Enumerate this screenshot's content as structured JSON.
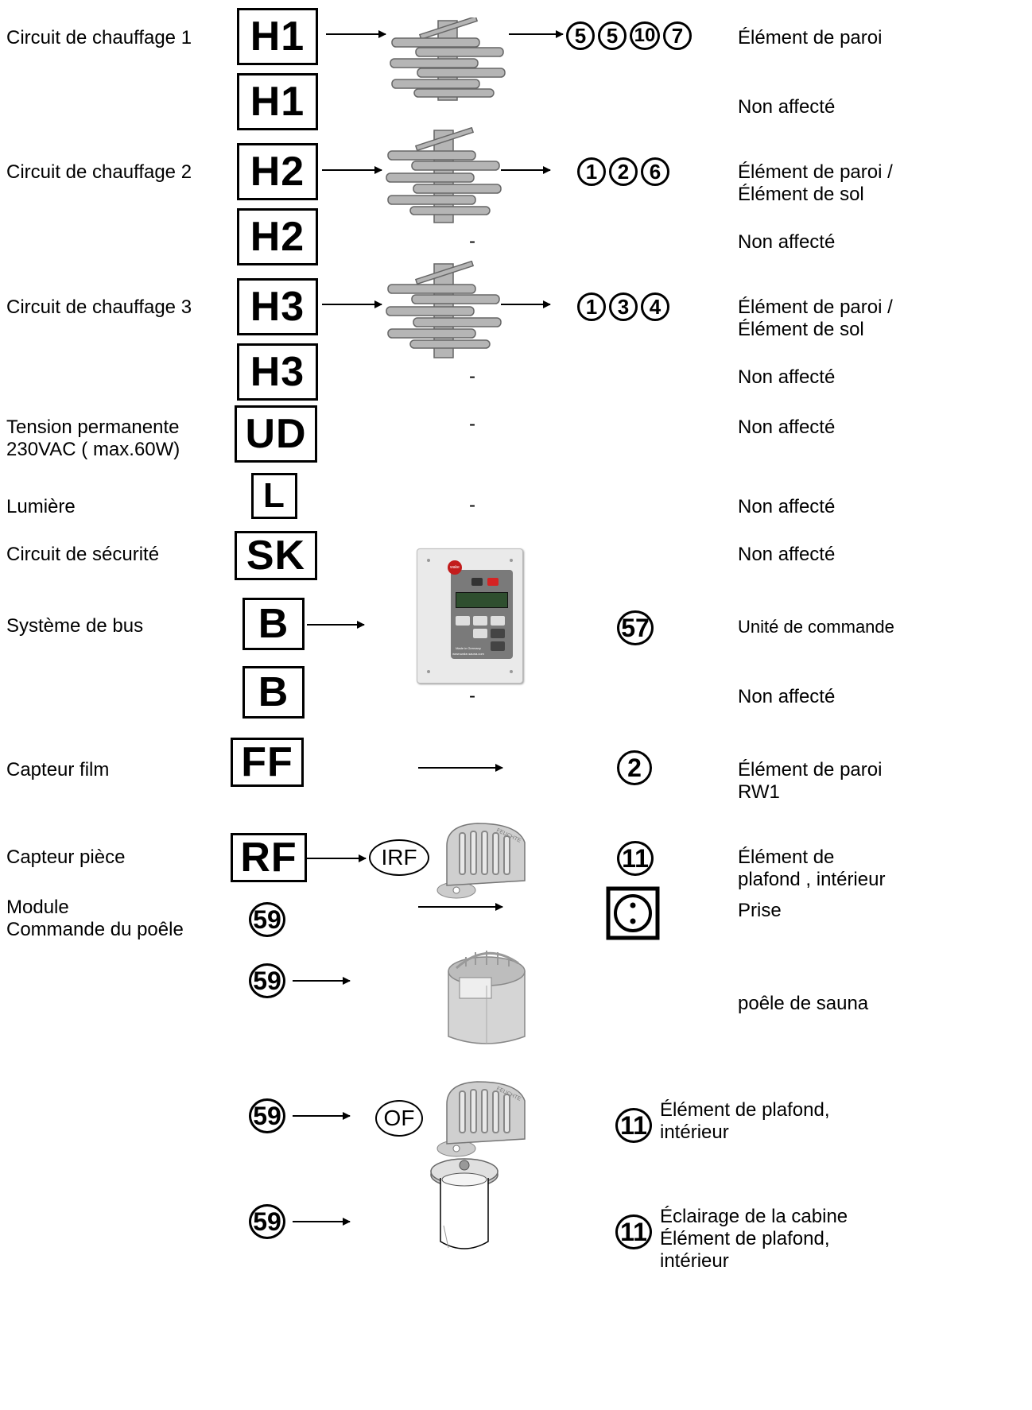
{
  "left_labels": {
    "hc1": "Circuit de chauffage 1",
    "hc2": "Circuit de chauffage 2",
    "hc3": "Circuit de chauffage 3",
    "ud_line1": "Tension permanente",
    "ud_line2": "230VAC ( max.60W)",
    "light": "Lumière",
    "safety": "Circuit de sécurité",
    "bus": "Système de bus",
    "film": "Capteur film",
    "room": "Capteur pièce",
    "module_line1": "Module",
    "module_line2": "Commande du poêle"
  },
  "codes": {
    "h1a": "H1",
    "h1b": "H1",
    "h2a": "H2",
    "h2b": "H2",
    "h3a": "H3",
    "h3b": "H3",
    "ud": "UD",
    "l": "L",
    "sk": "SK",
    "ba": "B",
    "bb": "B",
    "ff": "FF",
    "rf": "RF"
  },
  "numbers": {
    "r1": [
      "5",
      "5",
      "10",
      "7"
    ],
    "r3": [
      "1",
      "2",
      "6"
    ],
    "r5": [
      "1",
      "3",
      "4"
    ],
    "bus": "57",
    "film": "2",
    "room": "11",
    "module": [
      "59",
      "59",
      "59",
      "59"
    ],
    "of": "11",
    "light": "11"
  },
  "ovals": {
    "irf": "IRF",
    "of": "OF"
  },
  "dash": "-",
  "right_labels": {
    "r1": "Élément de paroi",
    "r2": "Non affecté",
    "r3_line1": "Élément de paroi /",
    "r3_line2": "Élément de sol",
    "r4": "Non affecté",
    "r5_line1": "Élément de paroi /",
    "r5_line2": "Élément de sol",
    "r6": "Non affecté",
    "r7": "Non affecté",
    "r8": "Non affecté",
    "r9": "Non affecté",
    "r10": "Unité de commande",
    "r11": "Non affecté",
    "r12_line1": "Élément de paroi",
    "r12_line2": "RW1",
    "r13_line1": "Élément de",
    "r13_line2": "plafond , intérieur",
    "r14": "Prise",
    "r15": "poêle de sauna",
    "r16_line1": "Élément de plafond,",
    "r16_line2": "intérieur",
    "r17_line1": "Éclairage de la cabine",
    "r17_line2": "Élément de plafond,",
    "r17_line3": "intérieur"
  },
  "control_panel": {
    "brand": "wake",
    "footer1": "Made in Germany",
    "footer2": "www.wake-sauna.com"
  },
  "sensor_cover_text": "FEUCHTE"
}
